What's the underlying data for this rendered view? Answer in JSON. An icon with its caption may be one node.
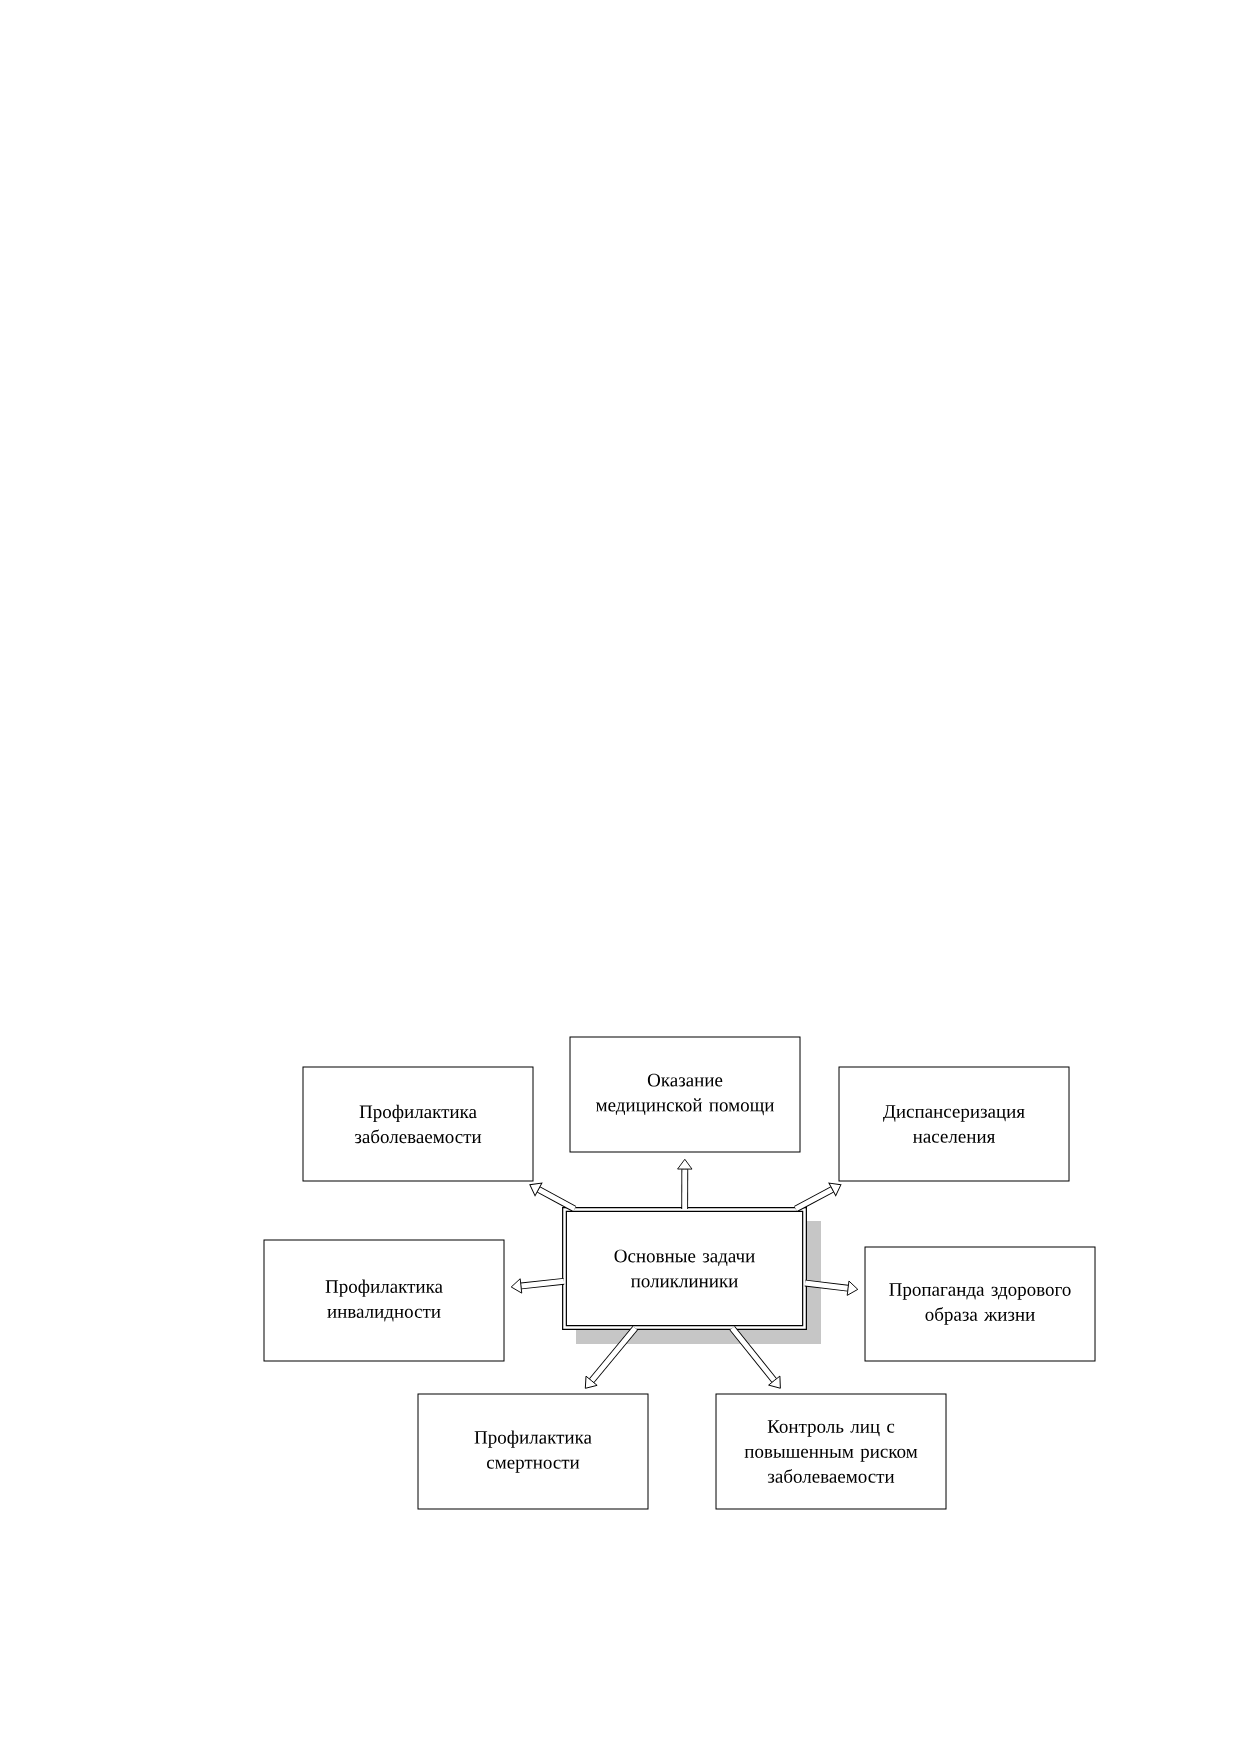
{
  "diagram": {
    "nodes": [
      {
        "text": [
          "Оказание медицинской помощи"
        ]
      },
      {
        "text": [
          "Профилактика заболеваемости"
        ]
      },
      {
        "text": [
          "Диспансеризация населения"
        ]
      },
      {
        "text": [
          "Основные задачи поликлиники"
        ]
      },
      {
        "text": [
          "Профилактика инвалидности"
        ]
      },
      {
        "text": [
          "Пропаганда здорового образа жизни"
        ]
      },
      {
        "text": [
          "Профилактика смертности"
        ]
      },
      {
        "text": [
          "Контроль лиц с повышенным риском заболеваемости"
        ]
      }
    ],
    "edges": [
      {
        "from": 3,
        "to": 0,
        "arrow": "to"
      },
      {
        "from": 3,
        "to": 1,
        "arrow": "to"
      },
      {
        "from": 3,
        "to": 2,
        "arrow": "to"
      },
      {
        "from": 3,
        "to": 4,
        "arrow": "to"
      },
      {
        "from": 3,
        "to": 5,
        "arrow": "to"
      },
      {
        "from": 3,
        "to": 6,
        "arrow": "to"
      },
      {
        "from": 3,
        "to": 7,
        "arrow": "to"
      }
    ]
  }
}
